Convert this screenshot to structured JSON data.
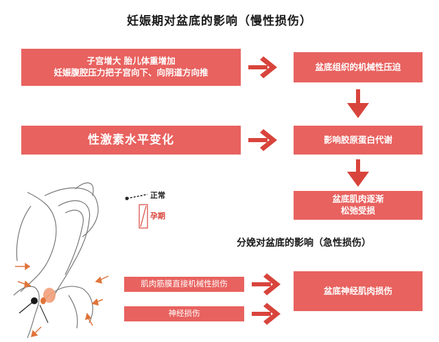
{
  "title": "妊娠期对盆底的影响（慢性损伤）",
  "subtitle": "分娩对盆底的影响（急性损伤）",
  "boxes": {
    "cause_pressure": [
      "子宫增大  胎儿体重增加",
      "妊娠腹腔压力把子宫向下、向阴道方向推"
    ],
    "cause_hormone": "性激素水平变化",
    "effect_mechanical": "盆底组织的机械性压迫",
    "effect_collagen": "影响胶原蛋白代谢",
    "effect_relax": [
      "盆底肌肉逐渐",
      "松弛受损"
    ],
    "delivery_fascia": "肌肉筋膜直接机械性损伤",
    "delivery_nerve": "神经损伤",
    "delivery_result": "盆底神经肌肉损伤"
  },
  "legend": {
    "normal": "正常",
    "pregnancy": "孕期"
  },
  "colors": {
    "box": "#e8625f",
    "arrow": "#d8443c",
    "sketch": "#777777",
    "text_dark": "#1a1a1a"
  }
}
